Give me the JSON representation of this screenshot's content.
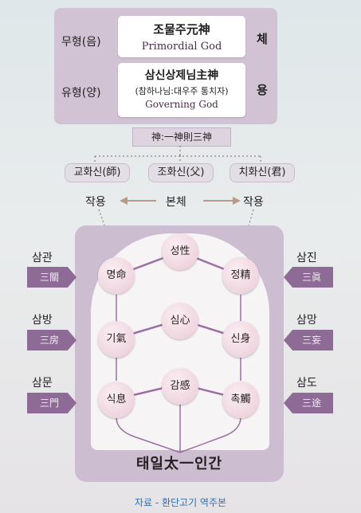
{
  "upper": {
    "row1_label": "무형(음)",
    "row1_title": "조물주元神",
    "row1_en": "Primordial God",
    "row1_side": "체",
    "row2_label": "유형(양)",
    "row2_title": "삼신상제님主神",
    "row2_sub": "(참하나님:대우주 통치자)",
    "row2_en": "Governing God",
    "row2_side": "용"
  },
  "principle": "神:一神則三神",
  "gods": [
    "교화신(師)",
    "조화신(父)",
    "치화신(君)"
  ],
  "mid_labels": {
    "left": "작용",
    "center": "본체",
    "right": "작용"
  },
  "circles": {
    "top": "성性",
    "left1": "명命",
    "right1": "정精",
    "center2": "심心",
    "left2": "기氣",
    "right2": "신身",
    "center3": "감感",
    "left3": "식息",
    "right3": "촉觸"
  },
  "left_tags": [
    {
      "label": "삼관",
      "hanja": "三關"
    },
    {
      "label": "삼방",
      "hanja": "三房"
    },
    {
      "label": "삼문",
      "hanja": "三門"
    }
  ],
  "right_tags": [
    {
      "label": "삼진",
      "hanja": "三眞"
    },
    {
      "label": "삼망",
      "hanja": "三妄"
    },
    {
      "label": "삼도",
      "hanja": "三途"
    }
  ],
  "bottom_title": "태일太一인간",
  "caption": "자료 - 환단고기 역주본",
  "colors": {
    "panel": "#d2c3d4",
    "tag": "#8e6b96",
    "caption": "#2f6fb5",
    "arrow": "#b89a86"
  }
}
